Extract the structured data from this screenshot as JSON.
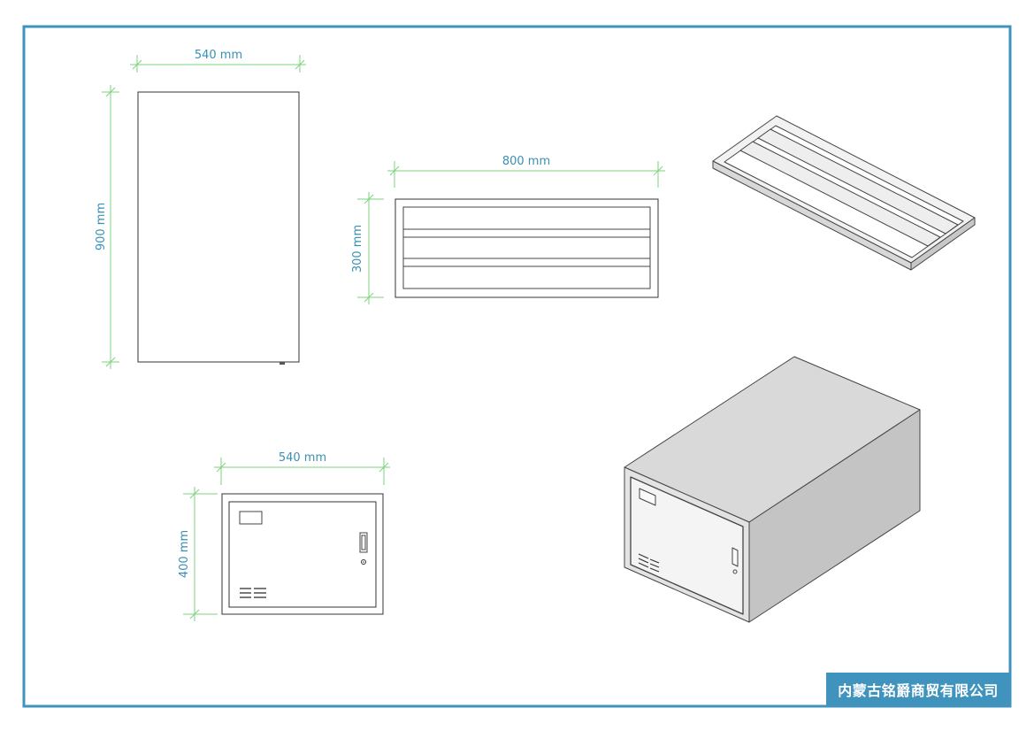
{
  "drawing": {
    "frame_color": "#3f93bd",
    "dimension_color": "#7ed37e",
    "dimension_text_color": "#3a8fb3",
    "views": {
      "side_view": {
        "width_label": "540 mm",
        "height_label": "900 mm"
      },
      "tray_top_view": {
        "width_label": "800 mm",
        "height_label": "300 mm"
      },
      "front_view": {
        "width_label": "540 mm",
        "height_label": "400 mm"
      }
    }
  },
  "title_block": {
    "company_name": "内蒙古铭爵商贸有限公司",
    "background_color": "#3f93bd"
  }
}
